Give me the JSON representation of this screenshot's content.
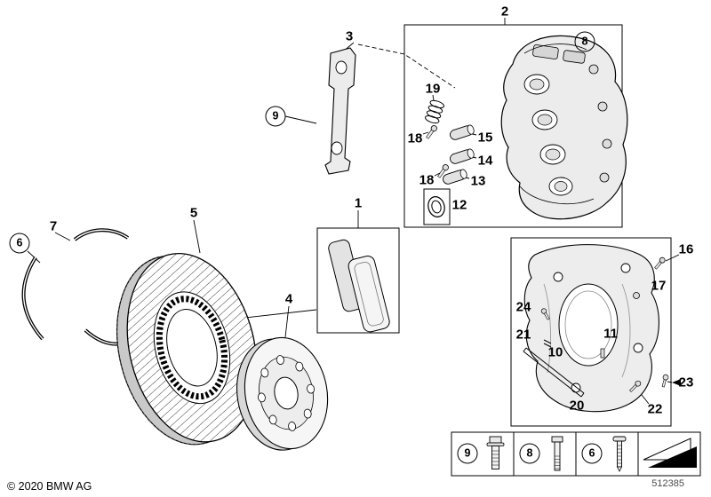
{
  "footer": {
    "copyright": "© 2020 BMW AG",
    "part_number": "512385"
  },
  "callouts": [
    {
      "label": "2"
    },
    {
      "label": "3"
    },
    {
      "label": "9",
      "circled": true
    },
    {
      "label": "19"
    },
    {
      "label": "18"
    },
    {
      "label": "15"
    },
    {
      "label": "14"
    },
    {
      "label": "13"
    },
    {
      "label": "18"
    },
    {
      "label": "12"
    },
    {
      "label": "8",
      "circled": true
    },
    {
      "label": "1"
    },
    {
      "label": "5"
    },
    {
      "label": "6",
      "circled": true
    },
    {
      "label": "7"
    },
    {
      "label": "4"
    },
    {
      "label": "16"
    },
    {
      "label": "17"
    },
    {
      "label": "24"
    },
    {
      "label": "21"
    },
    {
      "label": "10"
    },
    {
      "label": "11"
    },
    {
      "label": "20"
    },
    {
      "label": "22"
    },
    {
      "label": "23"
    }
  ],
  "legend": {
    "items": [
      {
        "label": "9"
      },
      {
        "label": "8"
      },
      {
        "label": "6"
      }
    ]
  }
}
